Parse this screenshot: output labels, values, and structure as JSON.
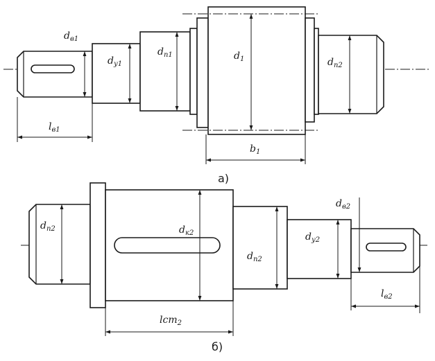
{
  "shaft_a": {
    "caption": "а)",
    "d_v1": {
      "main": "d",
      "sub": "в1"
    },
    "d_y1": {
      "main": "d",
      "sub": "у1"
    },
    "d_n1": {
      "main": "d",
      "sub": "п1"
    },
    "d_1": {
      "main": "d",
      "sub": "1"
    },
    "d_n2": {
      "main": "d",
      "sub": "п2"
    },
    "l_v1": {
      "main": "l",
      "sub": "в1"
    },
    "b_1": {
      "main": "b",
      "sub": "1"
    }
  },
  "shaft_b": {
    "caption": "б)",
    "d_n2_left": {
      "main": "d",
      "sub": "п2"
    },
    "d_k2": {
      "main": "d",
      "sub": "к2"
    },
    "d_n2_right": {
      "main": "d",
      "sub": "п2"
    },
    "d_y2": {
      "main": "d",
      "sub": "у2"
    },
    "d_v2": {
      "main": "d",
      "sub": "в2"
    },
    "l_st2": {
      "main": "lст",
      "sub": "2"
    },
    "l_v2": {
      "main": "l",
      "sub": "в2"
    }
  }
}
